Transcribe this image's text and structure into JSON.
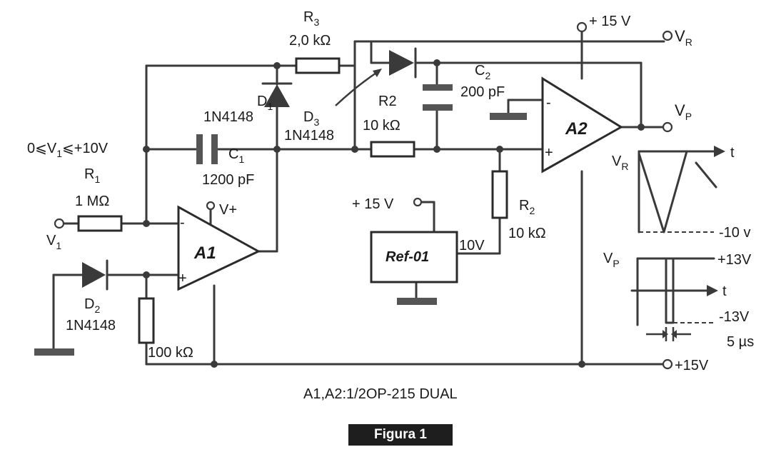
{
  "components": {
    "r1": {
      "name": "R",
      "sub": "1",
      "value": "1 MΩ"
    },
    "r3": {
      "name": "R",
      "sub": "3",
      "value": "2,0 kΩ"
    },
    "r2_series": {
      "name": "R2",
      "value": "10 kΩ"
    },
    "r2_ref": {
      "name": "R",
      "sub": "2",
      "value": "10 kΩ"
    },
    "r_100k": {
      "value": "100 kΩ"
    },
    "c1": {
      "name": "C",
      "sub": "1",
      "value": "1200 pF"
    },
    "c2": {
      "name": "C",
      "sub": "2",
      "value": "200 pF"
    },
    "d1": {
      "name": "D",
      "sub": "1",
      "part": "1N4148"
    },
    "d2": {
      "name": "D",
      "sub": "2",
      "part": "1N4148"
    },
    "d3": {
      "name": "D",
      "sub": "3",
      "part": "1N4148"
    },
    "a1": {
      "label": "A1",
      "vplus": "V+",
      "minus": "-",
      "plus": "+"
    },
    "a2": {
      "label": "A2",
      "minus": "-",
      "plus": "+"
    },
    "ref": {
      "label": "Ref-01",
      "out": "10V"
    }
  },
  "terminals": {
    "v1_range": "0⩽V",
    "v1_range_sub": "1",
    "v1_range_tail": "⩽+10V",
    "v1_in": "V",
    "v1_in_sub": "1",
    "supply_top": "+ 15 V",
    "vr": "V",
    "vr_sub": "R",
    "vp": "V",
    "vp_sub": "P",
    "ref_supply": "+ 15 V",
    "supply_bottom": "+15V"
  },
  "waveforms": {
    "vr_name": "V",
    "vr_sub": "R",
    "vr_t": "t",
    "vr_low": "-10 v",
    "vp_name": "V",
    "vp_sub": "P",
    "vp_t": "t",
    "vp_high": "+13V",
    "vp_low": "-13V",
    "pulse_width": "5 µs"
  },
  "caption": {
    "note": "A1,A2:1/2OP-215 DUAL",
    "figure": "Figura 1"
  }
}
